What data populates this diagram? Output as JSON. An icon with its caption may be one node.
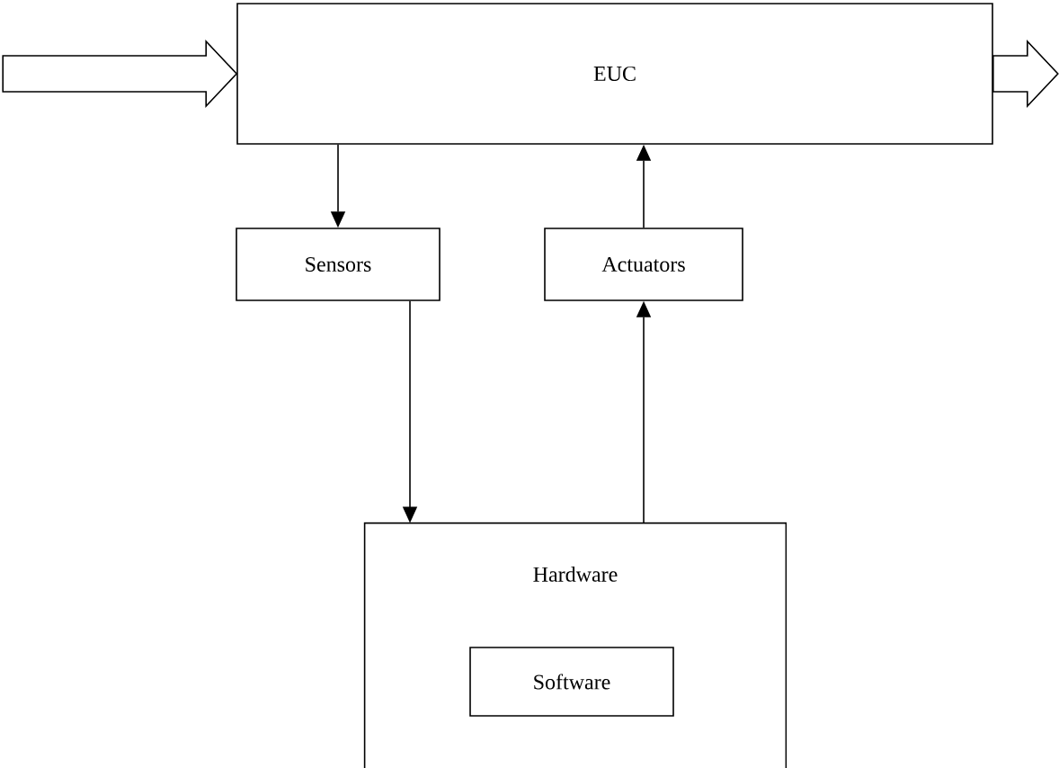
{
  "diagram": {
    "nodes": [
      {
        "text": [
          "EUC"
        ]
      },
      {
        "text": [
          "Sensors"
        ]
      },
      {
        "text": [
          "Actuators"
        ]
      },
      {
        "text": [
          "Hardware"
        ]
      },
      {
        "text": [
          "Software"
        ],
        "in": 3
      }
    ],
    "edges": [
      {
        "from": null,
        "to": 0,
        "arrow": "to"
      },
      {
        "from": 0,
        "to": null,
        "arrow": "to"
      },
      {
        "from": 0,
        "to": 1,
        "arrow": "to"
      },
      {
        "from": 2,
        "to": 0,
        "arrow": "to"
      },
      {
        "from": 1,
        "to": 3,
        "arrow": "to"
      },
      {
        "from": 3,
        "to": 2,
        "arrow": "to"
      }
    ]
  }
}
